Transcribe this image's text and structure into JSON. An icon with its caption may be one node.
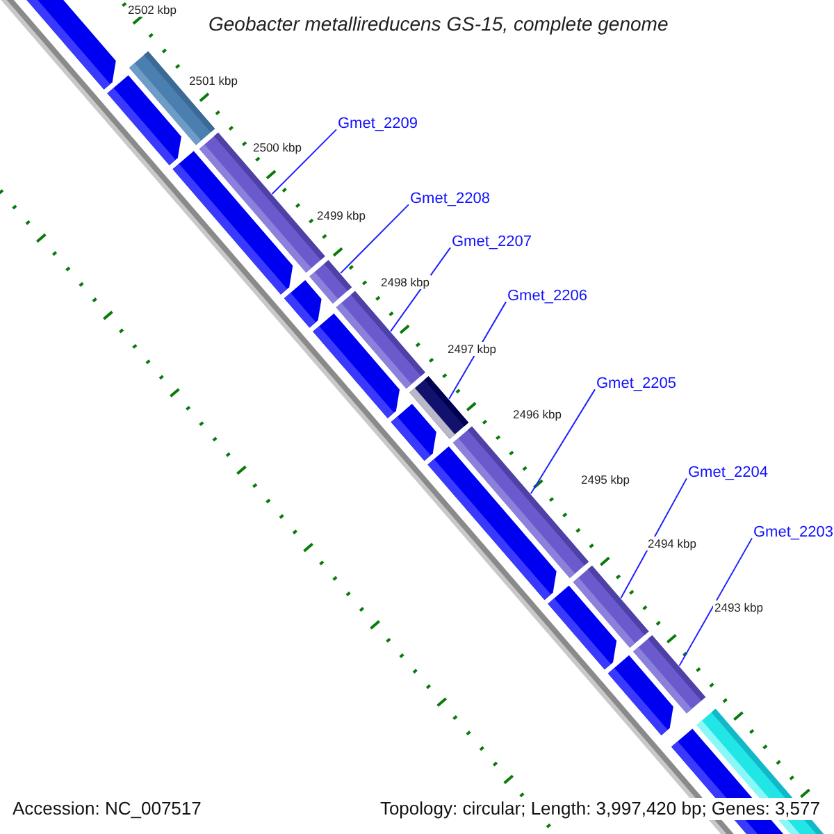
{
  "diagram": {
    "title": "Geobacter metallireducens GS-15, complete genome",
    "nodes": [
      {
        "text": [
          "Gmet_2209"
        ]
      },
      {
        "text": [
          "Gmet_2208"
        ]
      },
      {
        "text": [
          "Gmet_2207"
        ]
      },
      {
        "text": [
          "Gmet_2206"
        ]
      },
      {
        "text": [
          "Gmet_2205"
        ]
      },
      {
        "text": [
          "Gmet_2204"
        ]
      },
      {
        "text": [
          "Gmet_2203"
        ]
      },
      {
        "text": [],
        "shape": "bar"
      },
      {
        "text": [],
        "shape": "bar"
      },
      {
        "text": [],
        "shape": "bar"
      },
      {
        "text": [],
        "shape": "bar"
      },
      {
        "text": [],
        "shape": "bar"
      },
      {
        "text": [],
        "shape": "bar"
      },
      {
        "text": [],
        "shape": "bar"
      },
      {
        "text": [],
        "shape": "bar"
      },
      {
        "text": [],
        "shape": "bar"
      }
    ],
    "edges": [
      {
        "from": 0,
        "to": 8,
        "arrow": "none"
      },
      {
        "from": 1,
        "to": 9,
        "arrow": "none"
      },
      {
        "from": 2,
        "to": 10,
        "arrow": "none"
      },
      {
        "from": 3,
        "to": 11,
        "arrow": "none"
      },
      {
        "from": 4,
        "to": 12,
        "arrow": "none"
      },
      {
        "from": 5,
        "to": 13,
        "arrow": "none"
      },
      {
        "from": 6,
        "to": 14,
        "arrow": "none"
      }
    ],
    "labels": [
      "2502 kbp",
      "2501 kbp",
      "2500 kbp",
      "2499 kbp",
      "2498 kbp",
      "2497 kbp",
      "2496 kbp",
      "2495 kbp",
      "2494 kbp",
      "2493 kbp",
      "Accession: NC_007517",
      "Topology: circular; Length: 3,997,420 bp; Genes: 3,577"
    ]
  }
}
